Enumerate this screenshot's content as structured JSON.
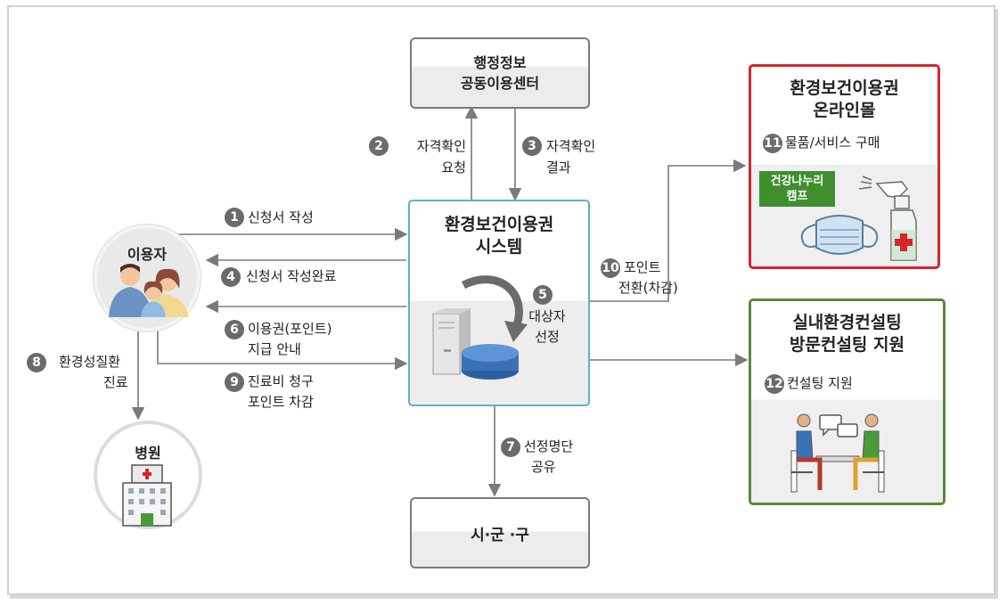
{
  "nodes": {
    "admin_center": {
      "line1": "행정정보",
      "line2": "공동이용센터"
    },
    "system": {
      "line1": "환경보건이용권",
      "line2": "시스템"
    },
    "online_mall": {
      "line1": "환경보건이용권",
      "line2": "온라인몰",
      "step": "11",
      "sub": "물품/서비스 구매",
      "tag_line1": "건강나누리",
      "tag_line2": "캠프"
    },
    "consulting": {
      "line1": "실내환경컨설팅",
      "line2": "방문컨설팅 지원",
      "step": "12",
      "sub": "컨설팅 지원"
    },
    "user": {
      "label": "이용자"
    },
    "hospital": {
      "label": "병원"
    },
    "local_gov": {
      "label": "시·군 ·구"
    }
  },
  "steps": [
    {
      "num": "1",
      "text": "신청서 작성"
    },
    {
      "num": "2",
      "line1": "자격확인",
      "line2": "요청"
    },
    {
      "num": "3",
      "line1": "자격확인",
      "line2": "결과"
    },
    {
      "num": "4",
      "text": "신청서 작성완료"
    },
    {
      "num": "5",
      "line1": "대상자",
      "line2": "선정"
    },
    {
      "num": "6",
      "line1": "이용권(포인트)",
      "line2": "지급 안내"
    },
    {
      "num": "7",
      "line1": "선정명단",
      "line2": "공유"
    },
    {
      "num": "8",
      "line1": "환경성질환",
      "line2": "진료"
    },
    {
      "num": "9",
      "line1": "진료비 청구",
      "line2": "포인트 차감"
    },
    {
      "num": "10",
      "line1": "포인트",
      "line2": "전환(차감)"
    }
  ],
  "colors": {
    "gray_border": "#7a7a7a",
    "system_border": "#5bb2c9",
    "mall_border": "#d9232d",
    "consult_border": "#5a8a3a",
    "tag_green": "#3f8f2f",
    "arrow": "#7a7a7a"
  }
}
